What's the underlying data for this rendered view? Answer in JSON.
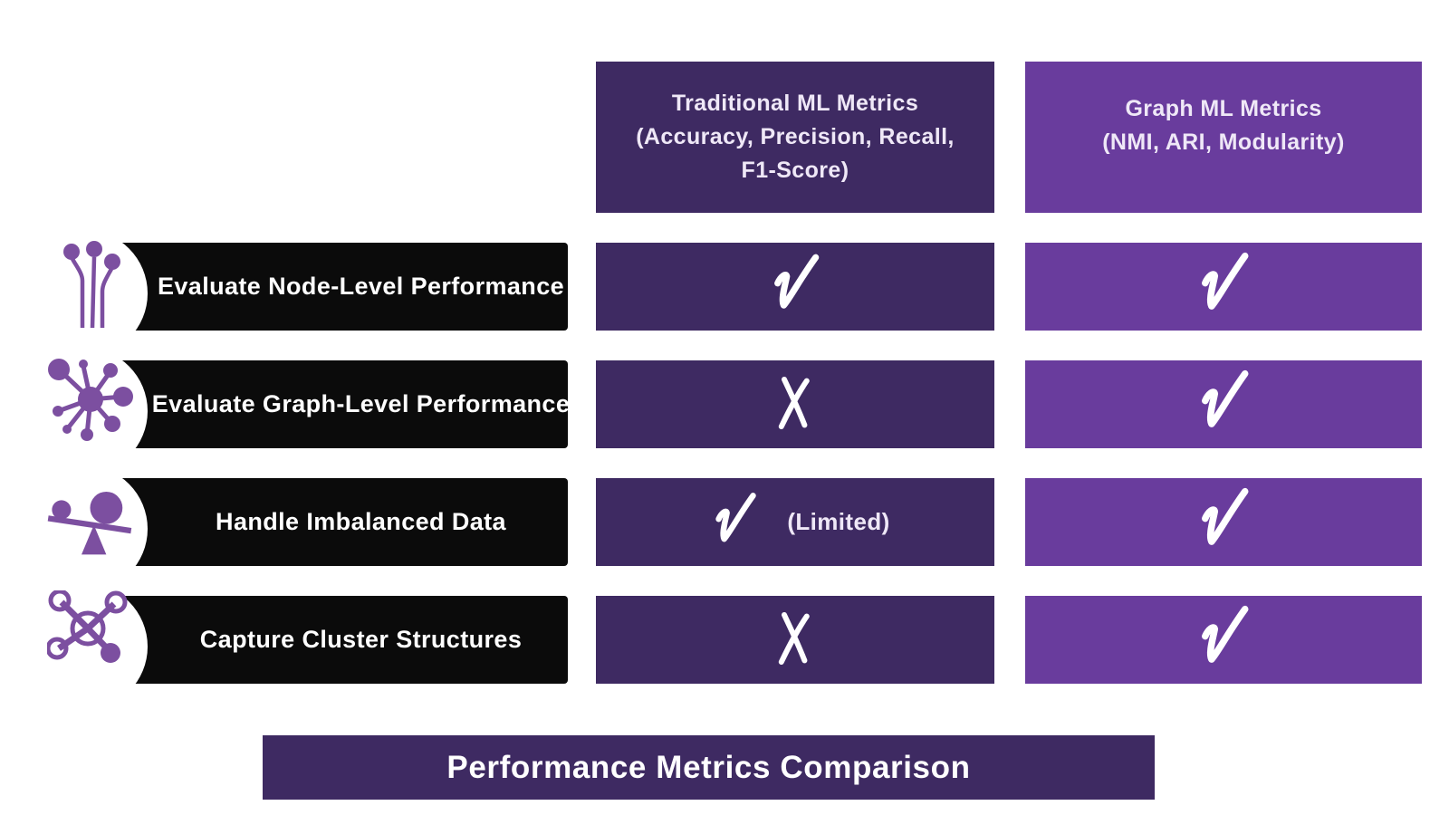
{
  "colors": {
    "accent_dark": "#3E2A62",
    "accent_light": "#693C9D",
    "row_black": "#0B0B0B",
    "icon_purple": "#7C4FA0",
    "text_light": "#EFE8F7"
  },
  "columns": {
    "traditional": {
      "title_lines": [
        "Traditional ML Metrics",
        "(Accuracy, Precision, Recall,",
        "F1-Score)"
      ]
    },
    "graph": {
      "title_lines": [
        "Graph ML Metrics",
        "(NMI, ARI, Modularity)"
      ]
    }
  },
  "rows": [
    {
      "label": "Evaluate Node-Level Performance",
      "icon": "node-pins-icon",
      "traditional": {
        "mark": "check",
        "note": ""
      },
      "graph": {
        "mark": "check"
      }
    },
    {
      "label": "Evaluate Graph-Level Performance",
      "icon": "network-hub-icon",
      "traditional": {
        "mark": "cross",
        "note": ""
      },
      "graph": {
        "mark": "check"
      }
    },
    {
      "label": "Handle Imbalanced Data",
      "icon": "balance-scale-icon",
      "traditional": {
        "mark": "check",
        "note": "(Limited)"
      },
      "graph": {
        "mark": "check"
      }
    },
    {
      "label": "Capture Cluster Structures",
      "icon": "cluster-molecule-icon",
      "traditional": {
        "mark": "cross",
        "note": ""
      },
      "graph": {
        "mark": "check"
      }
    }
  ],
  "title_bar": {
    "label": "Performance Metrics Comparison"
  }
}
